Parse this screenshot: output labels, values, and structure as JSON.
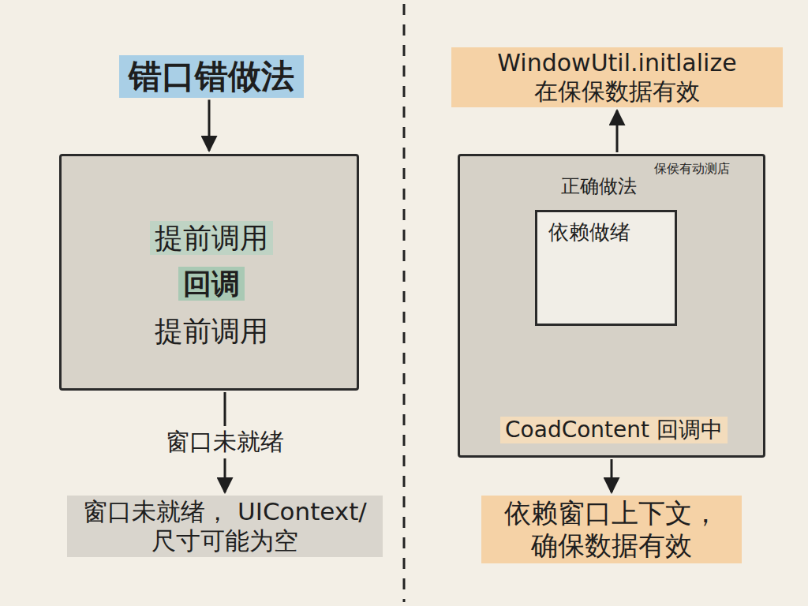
{
  "diagram": {
    "nodes": [
      {
        "text": [
          "错口错做法"
        ]
      },
      {
        "text": [
          "提前调用",
          "回调",
          "提前调用"
        ]
      },
      {
        "text": [
          "窗口未就绪， UIContext/尺寸可能为空"
        ]
      },
      {
        "text": [
          "WindowUtil.initlalize 在保保数据有效"
        ]
      },
      {
        "text": [
          "保侯有动测店",
          "正确做法",
          "CoadContent 回调中"
        ]
      },
      {
        "text": [
          "依赖做绪"
        ],
        "in": 4
      },
      {
        "text": [
          "依赖窗口上下文， 确保数据有效"
        ]
      }
    ],
    "edges": [
      {
        "from": 0,
        "to": 1,
        "arrow": "to"
      },
      {
        "from": 1,
        "to": 2,
        "label": "窗口未就绪",
        "arrow": "to"
      },
      {
        "from": 4,
        "to": 3,
        "arrow": "to"
      },
      {
        "from": 4,
        "to": 6,
        "arrow": "to"
      }
    ]
  }
}
